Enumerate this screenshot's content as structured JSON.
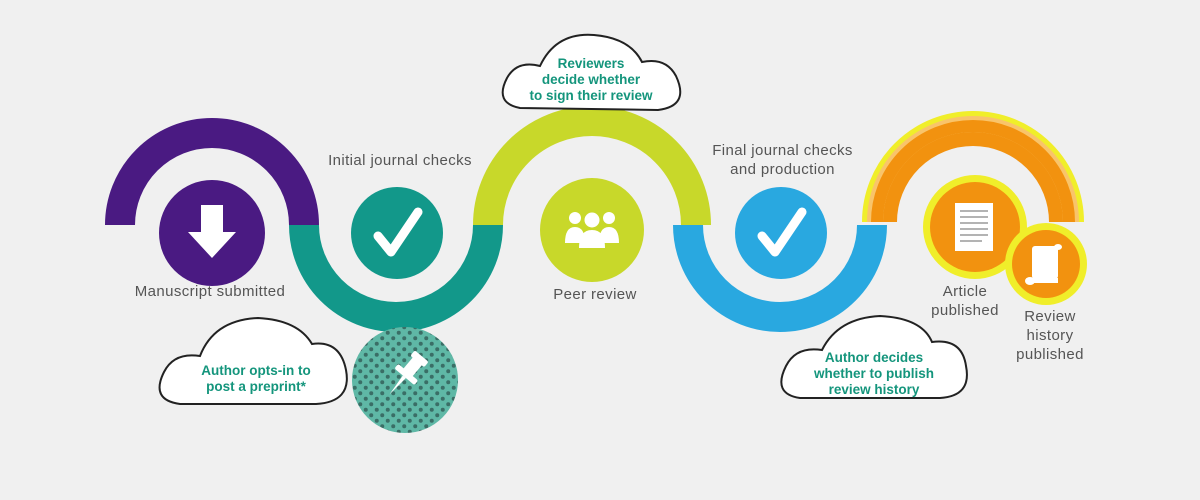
{
  "steps": {
    "manuscript_submitted": "Manuscript submitted",
    "initial_checks": "Initial journal checks",
    "peer_review": "Peer review",
    "final_checks_line1": "Final journal checks",
    "final_checks_line2": "and production",
    "article_published_line1": "Article",
    "article_published_line2": "published",
    "review_history_line1": "Review",
    "review_history_line2": "history",
    "review_history_line3": "published"
  },
  "clouds": {
    "reviewers_line1": "Reviewers",
    "reviewers_line2": "decide whether",
    "reviewers_line3": "to sign their review",
    "preprint_line1": "Author opts-in to",
    "preprint_line2": "post a preprint*",
    "history_line1": "Author decides",
    "history_line2": "whether to publish",
    "history_line3": "review history"
  },
  "colors": {
    "purple": "#4a1a82",
    "teal": "#12988a",
    "lime": "#c8d82a",
    "blue": "#29a8e0",
    "orange": "#f2920f",
    "yellow": "#f0ee2a",
    "cloud_text": "#14957c"
  }
}
